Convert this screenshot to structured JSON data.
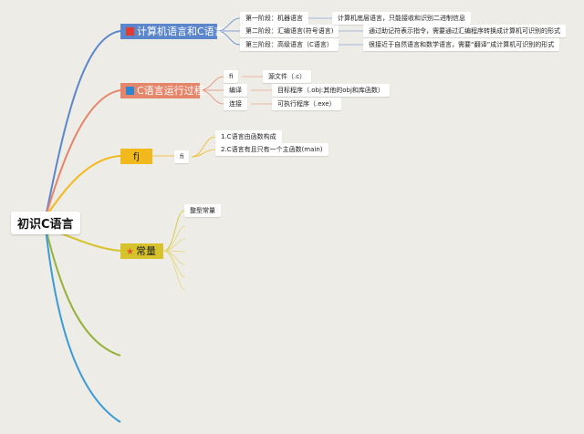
{
  "root": {
    "label": "初识C语言"
  },
  "branch1": {
    "label": "计算机语言和C语言",
    "icon": "red-square-icon",
    "color": "#5b86cc",
    "items": [
      {
        "stage": "第一阶段：机器语言",
        "desc": "计算机底层语言，只能接收和识别二进制信息"
      },
      {
        "stage": "第二阶段：汇编语言(符号语言)",
        "desc": "通过助记符表示指令，需要通过汇编程序转换成计算机可识别的形式"
      },
      {
        "stage": "第三阶段：高级语言（C语言）",
        "desc": "很接近于自然语言和数学语言，需要“翻译”成计算机可识别的形式"
      }
    ]
  },
  "branch2": {
    "label": "C语言运行过程",
    "icon": "blue-square-icon",
    "color": "#e5866a",
    "items": [
      {
        "step": "fi",
        "desc": "源文件（.c）"
      },
      {
        "step": "编译",
        "desc": "目标程序（.obj:其他的obj和库函数）"
      },
      {
        "step": "连接",
        "desc": "可执行程序（.exe）"
      }
    ]
  },
  "branch3": {
    "label": "fj",
    "color": "#f2b91d",
    "sub": "fi",
    "items": [
      "1.C语言由函数构成",
      "2.C语言有且只有一个主函数(main)"
    ]
  },
  "branch4": {
    "label": "常量",
    "icon": "star-icon",
    "color": "#d6c22a",
    "items": [
      "整型常量"
    ]
  },
  "colors": {
    "background": "#eeece6",
    "branch5_line": "#94b23a",
    "branch6_line": "#3a9bd6",
    "branch1_line": "#5b86cc"
  }
}
